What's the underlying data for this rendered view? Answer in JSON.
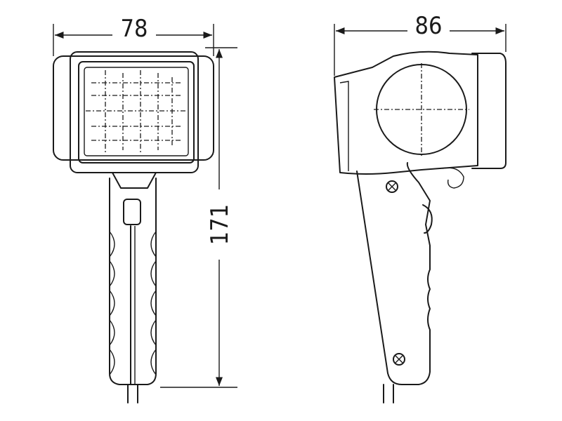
{
  "dimensions": {
    "front_width": "78",
    "side_width": "86",
    "height": "171"
  },
  "colors": {
    "line": "#1a1a1a",
    "background": "#ffffff"
  }
}
